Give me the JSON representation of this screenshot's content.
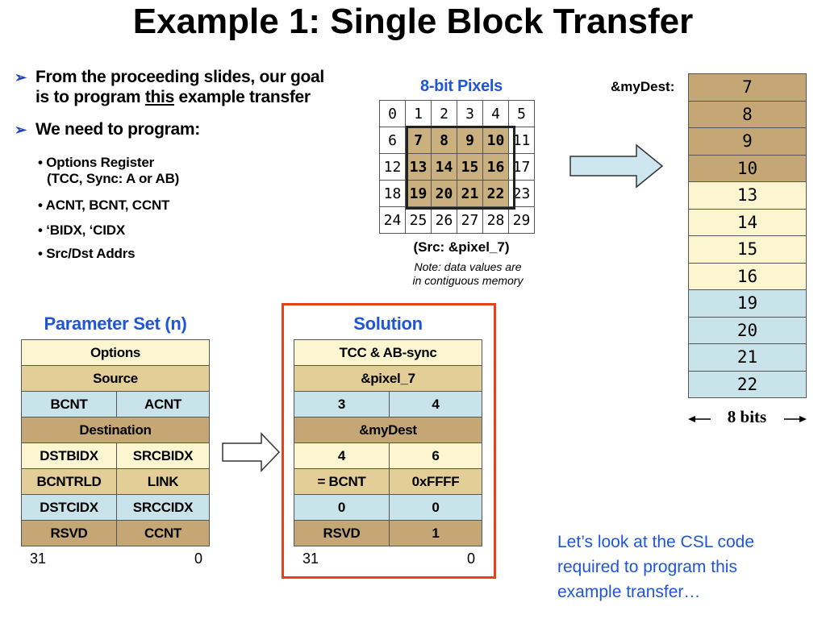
{
  "title": "Example 1: Single Block Transfer",
  "bullets": [
    {
      "line1": "From the proceeding slides, our goal",
      "line2_pre": "is to program ",
      "line2_ul": "this",
      "line2_post": " example transfer"
    },
    {
      "line1": "We need to program:"
    }
  ],
  "sub_bullets": [
    {
      "line1": "• Options Register",
      "line2": "(TCC, Sync: A or AB)"
    },
    {
      "line1": "• ACNT, BCNT, CCNT"
    },
    {
      "line1": "• ‘BIDX, ‘CIDX"
    },
    {
      "line1": "• Src/Dst Addrs"
    }
  ],
  "pixels": {
    "title": "8-bit Pixels",
    "rows": [
      [
        "0",
        "1",
        "2",
        "3",
        "4",
        "5"
      ],
      [
        "6",
        "7",
        "8",
        "9",
        "10",
        "11"
      ],
      [
        "12",
        "13",
        "14",
        "15",
        "16",
        "17"
      ],
      [
        "18",
        "19",
        "20",
        "21",
        "22",
        "23"
      ],
      [
        "24",
        "25",
        "26",
        "27",
        "28",
        "29"
      ]
    ],
    "src_label": "(Src:  &pixel_7)",
    "note_line1": "Note: data values are",
    "note_line2": "in contiguous memory"
  },
  "dest": {
    "label": "&myDest:",
    "values": [
      "7",
      "8",
      "9",
      "10",
      "13",
      "14",
      "15",
      "16",
      "19",
      "20",
      "21",
      "22"
    ],
    "bits_label": "8 bits",
    "colors": {
      "group1": "#c4a775",
      "group2": "#fcf6d0",
      "group3": "#c8e3ea"
    }
  },
  "param_set": {
    "title": "Parameter Set (n)",
    "rows": {
      "options": "Options",
      "source": "Source",
      "bcnt": "BCNT",
      "acnt": "ACNT",
      "destination": "Destination",
      "dstbidx": "DSTBIDX",
      "srcbidx": "SRCBIDX",
      "bcntrld": "BCNTRLD",
      "link": "LINK",
      "dstcidx": "DSTCIDX",
      "srccidx": "SRCCIDX",
      "rsvd": "RSVD",
      "ccnt": "CCNT"
    },
    "bit_high": "31",
    "bit_low": "0"
  },
  "solution": {
    "title": "Solution",
    "rows": {
      "options": "TCC & AB-sync",
      "source": "&pixel_7",
      "bcnt": "3",
      "acnt": "4",
      "destination": "&myDest",
      "dstbidx": "4",
      "srcbidx": "6",
      "bcntrld": "= BCNT",
      "link": "0xFFFF",
      "dstcidx": "0",
      "srccidx": "0",
      "rsvd": "RSVD",
      "ccnt": "1"
    },
    "bit_high": "31",
    "bit_low": "0",
    "frame_color": "#e8401c"
  },
  "footer_note": {
    "line1": "Let’s look at the CSL code",
    "line2": "required to program this",
    "line3": "example transfer…"
  }
}
